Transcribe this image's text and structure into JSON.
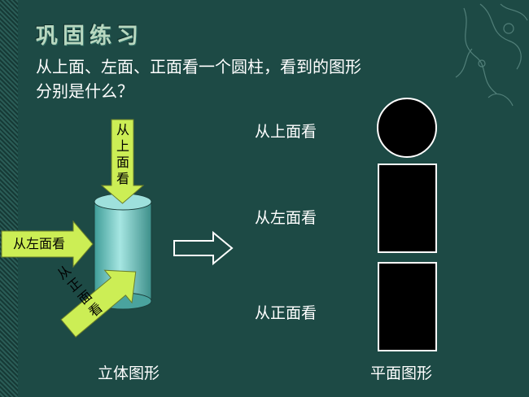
{
  "slide": {
    "title": "巩固练习",
    "question_line1": "从上面、左面、正面看一个圆柱，看到的图形",
    "question_line2": "分别是什么？"
  },
  "labels": {
    "view_top": "从上面看",
    "view_left": "从左面看",
    "view_front": "从正面看"
  },
  "arrows": {
    "top_chars": [
      "从",
      "上",
      "面",
      "看"
    ],
    "left_text": "从左面看",
    "front_chars": [
      "从",
      "正",
      "面",
      "看"
    ]
  },
  "captions": {
    "solid": "立体图形",
    "plane": "平面图形"
  },
  "colors": {
    "background": "#1d4a45",
    "arrow_fill": "#ccee55",
    "cylinder": "#7fd0cc",
    "shape_fill": "#000000"
  }
}
